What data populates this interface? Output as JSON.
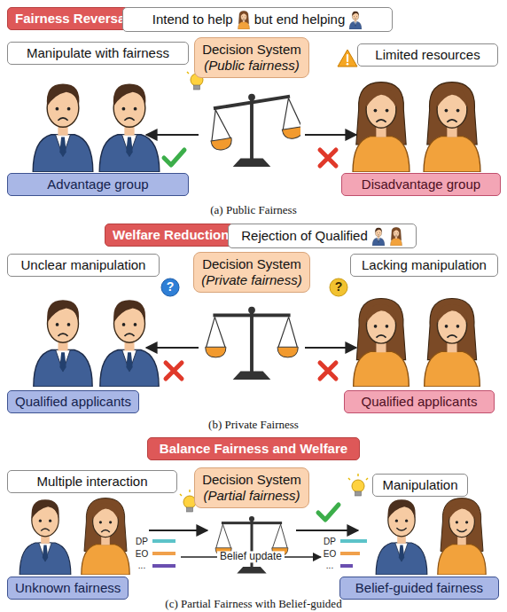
{
  "diagram": {
    "nodes": [
      {
        "text": [
          "Fairness Reversal"
        ]
      },
      {
        "text": [
          "Intend to help",
          "but end helping"
        ]
      },
      {
        "text": [
          "Manipulate with fairness"
        ]
      },
      {
        "text": [
          "Decision System",
          "(Public fairness)"
        ]
      },
      {
        "text": [
          "Limited resources"
        ]
      },
      {
        "text": [
          "Advantage group"
        ]
      },
      {
        "text": [
          "Disadvantage group"
        ]
      },
      {
        "text": [
          "Welfare Reduction"
        ]
      },
      {
        "text": [
          "Rejection of Qualified"
        ]
      },
      {
        "text": [
          "Unclear manipulation"
        ]
      },
      {
        "text": [
          "Decision System",
          "(Private fairness)"
        ]
      },
      {
        "text": [
          "Lacking manipulation"
        ]
      },
      {
        "text": [
          "Qualified applicants"
        ]
      },
      {
        "text": [
          "Qualified applicants"
        ]
      },
      {
        "text": [
          "Balance Fairness and Welfare"
        ]
      },
      {
        "text": [
          "Multiple interaction"
        ]
      },
      {
        "text": [
          "Decision System",
          "(Partial fairness)"
        ]
      },
      {
        "text": [
          "Manipulation"
        ]
      },
      {
        "text": [
          "Unknown fairness"
        ]
      },
      {
        "text": [
          "Belief-guided fairness"
        ]
      }
    ],
    "labels": [
      "(a) Public Fairness",
      "?",
      "?",
      "(b) Private Fairness",
      "DP",
      "EO",
      "...",
      "Belief update",
      "DP",
      "EO",
      "...",
      "(c) Partial Fairness with Belief-guided"
    ]
  }
}
